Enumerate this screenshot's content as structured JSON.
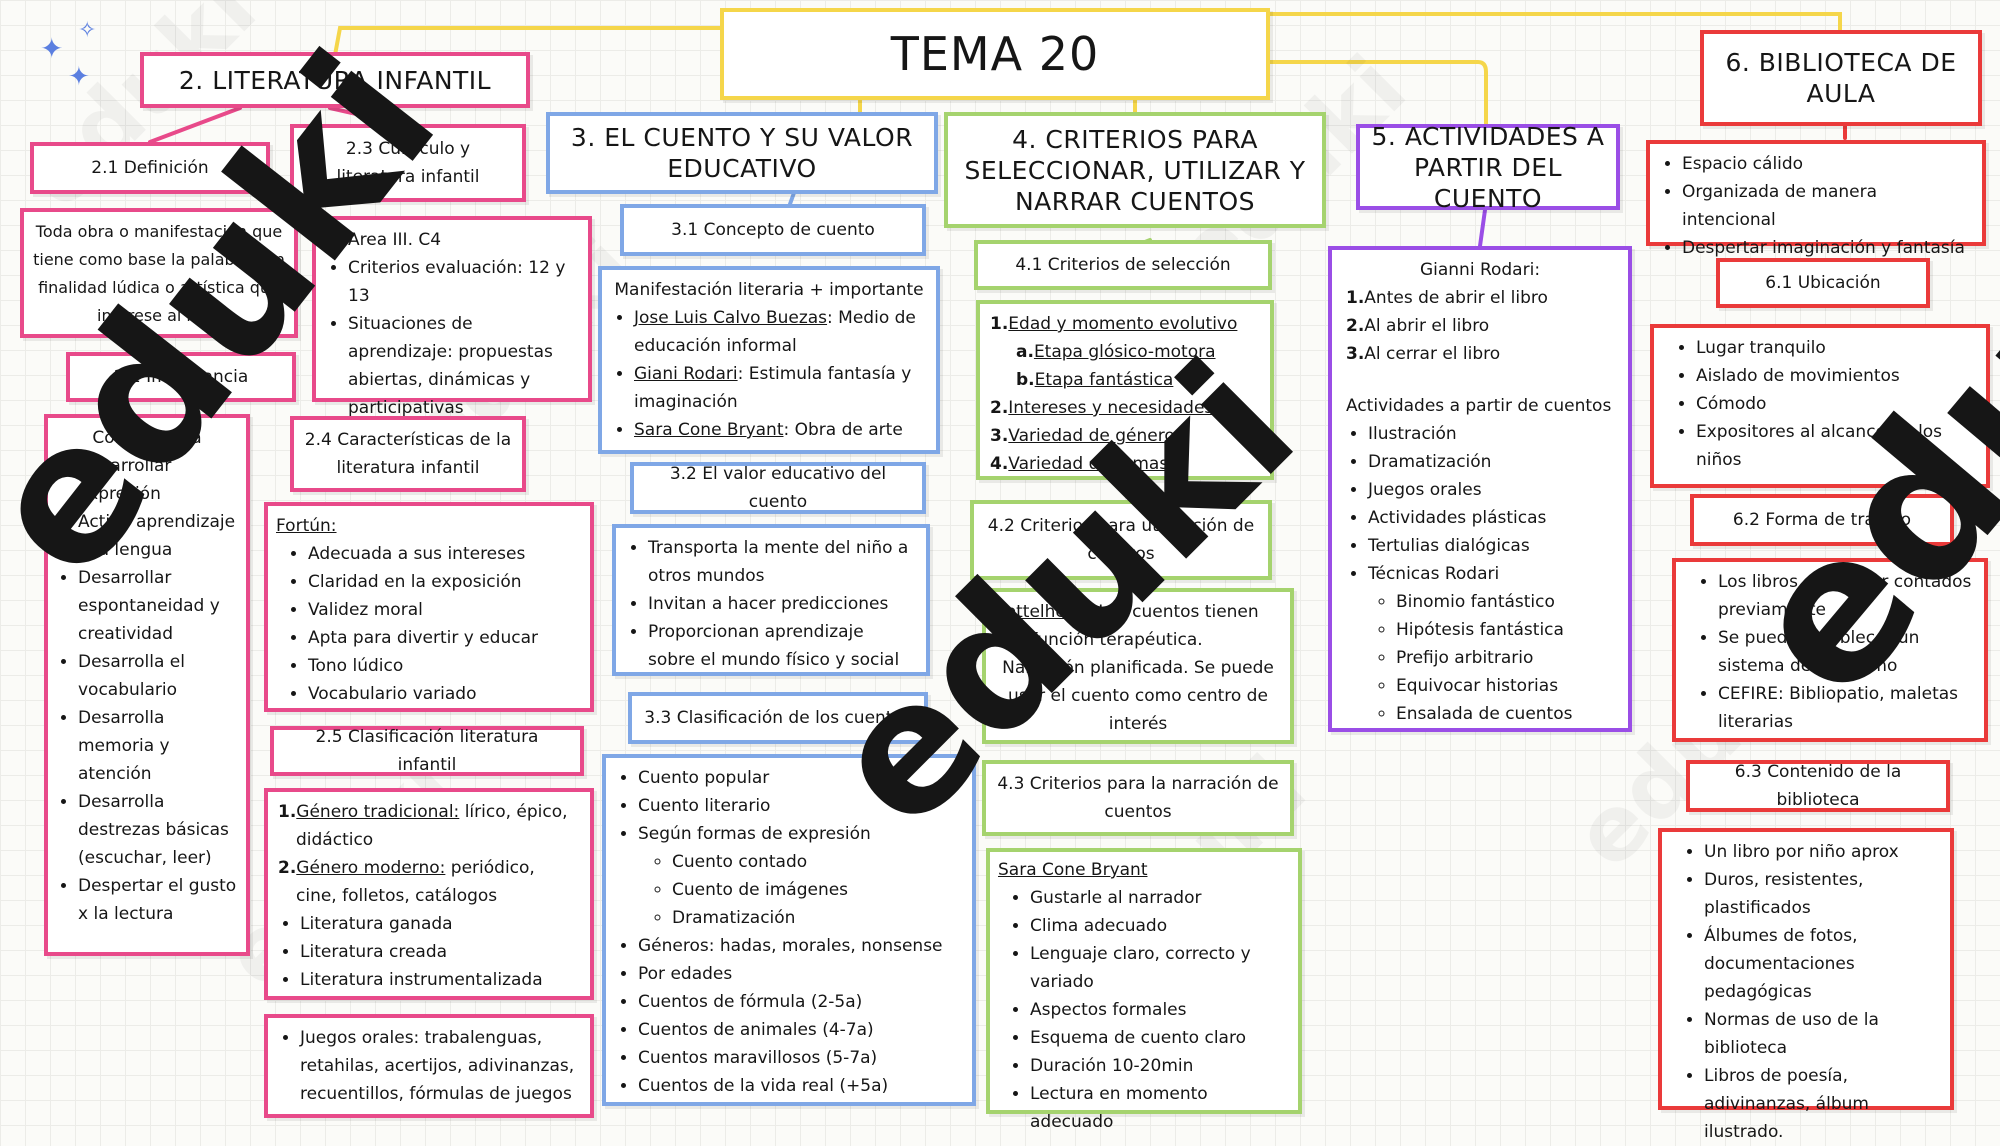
{
  "title": "TEMA 20",
  "colors": {
    "literatura": "#e84a8a",
    "cuento": "#7fa7e6",
    "criterios": "#a5d36e",
    "actividades": "#9a4ee6",
    "biblioteca": "#ea3a3a",
    "title": "#f5d64a"
  },
  "s2": {
    "title": "2. LITERATURA INFANTIL",
    "s21": {
      "title": "2.1 Definición",
      "text": "Toda obra o manifestación que tiene como base la palabra con finalidad lúdica o artística que interese al niño"
    },
    "s22": {
      "title": "2.2 Importancia",
      "intro": "Contribuye a",
      "items": [
        "Desarrollar expresión",
        "Activa aprendizaje e la lengua",
        "Desarrollar espontaneidad y creatividad",
        "Desarrolla el vocabulario",
        "Desarrolla memoria y atención",
        "Desarrolla destrezas básicas (escuchar, leer)",
        "Despertar el gusto x la lectura"
      ]
    },
    "s23": {
      "title": "2.3 Currículo y literatura infantil",
      "items": [
        "Area III. C4",
        "Criterios evaluación: 12 y 13",
        "Situaciones de aprendizaje: propuestas abiertas, dinámicas y participativas"
      ]
    },
    "s24": {
      "title": "2.4 Características de la literatura infantil",
      "author": "Fortún:",
      "items": [
        "Adecuada a sus intereses",
        "Claridad en la exposición",
        "Validez moral",
        "Apta para divertir y educar",
        "Tono lúdico",
        "Vocabulario variado"
      ]
    },
    "s25": {
      "title": "2.5 Clasificación literatura infantil",
      "g1n": "1.",
      "g1u": "Género tradicional:",
      "g1t": " lírico, épico, didáctico",
      "g2n": "2.",
      "g2u": "Género moderno:",
      "g2t": " periódico, cine, folletos, catálogos",
      "items": [
        "Literatura ganada",
        "Literatura creada",
        "Literatura instrumentalizada"
      ],
      "juegos": "Juegos orales: trabalenguas, retahilas, acertijos, adivinanzas, recuentillos, fórmulas de juegos"
    }
  },
  "s3": {
    "title": "3. EL CUENTO Y SU VALOR EDUCATIVO",
    "s31": {
      "title": "3.1 Concepto de cuento",
      "intro": "Manifestación literaria + importante",
      "a1": "Jose Luis Calvo Buezas",
      "t1": ": Medio de educación informal",
      "a2": "Giani Rodari",
      "t2": ": Estimula fantasía y imaginación",
      "a3": "Sara Cone Bryant",
      "t3": ": Obra de arte"
    },
    "s32": {
      "title": "3.2 El valor educativo del cuento",
      "items": [
        "Transporta la mente del niño a otros mundos",
        "Invitan a hacer predicciones",
        "Proporcionan aprendizaje sobre el mundo físico y social"
      ]
    },
    "s33": {
      "title": "3.3 Clasificación de los cuentos",
      "items1": [
        "Cuento popular",
        "Cuento literario",
        "Según formas de expresión"
      ],
      "sub": [
        "Cuento contado",
        "Cuento de imágenes",
        "Dramatización"
      ],
      "items2": [
        "Géneros: hadas, morales, nonsense",
        "Por edades",
        "Cuentos de fórmula (2-5a)",
        "Cuentos de animales (4-7a)",
        "Cuentos maravillosos (5-7a)",
        "Cuentos de la vida real (+5a)"
      ]
    }
  },
  "s4": {
    "title": "4. CRITERIOS PARA SELECCIONAR, UTILIZAR Y NARRAR CUENTOS",
    "s41": {
      "title": "4.1 Criterios de selección",
      "n1": "1.",
      "i1": "Edad y momento evolutivo",
      "na": "a.",
      "ia": "Etapa glósico-motora",
      "nb": "b.",
      "ib": "Etapa fantástica",
      "n2": "2.",
      "i2": "Intereses y necesidades",
      "n3": "3.",
      "i3": "Variedad de géneros",
      "n4": "4.",
      "i4": "Variedad de temas"
    },
    "s42": {
      "title": "4.2 Criterios para utilización de cuentos",
      "author": "Bettelheim:",
      "atext": " Los cuentos tienen una función terapéutica.",
      "text": "Narración planificada. Se puede usar el cuento como centro de interés"
    },
    "s43": {
      "title": "4.3 Criterios para la narración de cuentos",
      "author": "Sara Cone Bryant",
      "items": [
        "Gustarle al narrador",
        "Clima adecuado",
        "Lenguaje claro, correcto y variado",
        "Aspectos formales",
        "Esquema de cuento claro",
        "Duración 10-20min",
        "Lectura en momento adecuado"
      ]
    }
  },
  "s5": {
    "title": "5. ACTIVIDADES A PARTIR DEL CUENTO",
    "author": "Gianni Rodari:",
    "n1": "1.",
    "i1": "Antes de abrir el libro",
    "n2": "2.",
    "i2": "Al abrir el libro",
    "n3": "3.",
    "i3": "Al cerrar el libro",
    "intro": "Actividades a partir de cuentos",
    "items": [
      "Ilustración",
      "Dramatización",
      "Juegos orales",
      "Actividades plásticas",
      "Tertulias dialógicas",
      "Técnicas Rodari"
    ],
    "sub": [
      "Binomio fantástico",
      "Hipótesis fantástica",
      "Prefijo arbitrario",
      "Equivocar historias",
      "Ensalada de cuentos"
    ]
  },
  "s6": {
    "title": "6. BIBLIOTECA DE AULA",
    "items": [
      "Espacio cálido",
      "Organizada de manera intencional",
      "Despertar imaginación y fantasía"
    ],
    "s61": {
      "title": "6.1 Ubicación",
      "items": [
        "Lugar tranquilo",
        "Aislado de movimientos",
        "Cómodo",
        "Expositores al alcance de los niños"
      ]
    },
    "s62": {
      "title": "6.2 Forma de trabajo",
      "items": [
        "Los libros deben ser contados previamente",
        "Se puede establecer un sistema de préstamo",
        "CEFIRE: Bibliopatio, maletas literarias"
      ]
    },
    "s63": {
      "title": "6.3 Contenido de la biblioteca",
      "items": [
        "Un libro por niño aprox",
        "Duros, resistentes, plastificados",
        "Álbumes de fotos, documentaciones pedagógicas",
        "Normas de uso de la biblioteca",
        "Libros de poesía, adivinanzas, álbum ilustrado."
      ]
    }
  },
  "watermark": "eduki"
}
